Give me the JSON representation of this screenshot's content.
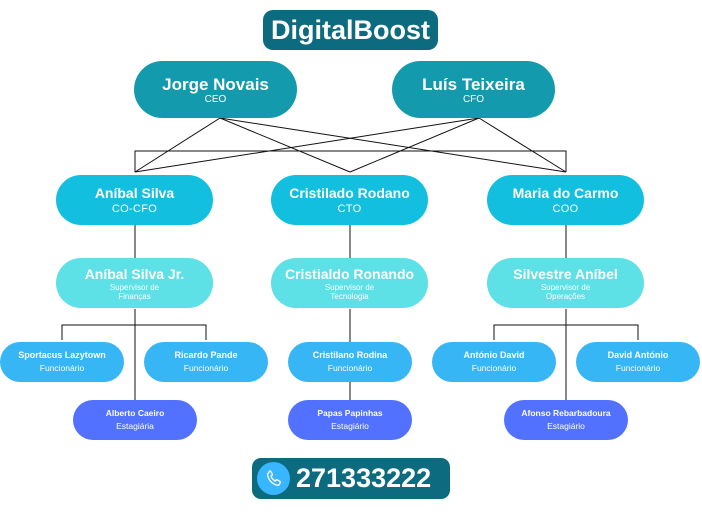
{
  "title": "DigitalBoost",
  "colors": {
    "title_bg": "#0d6b80",
    "executive": "#139aac",
    "director": "#13bfdf",
    "supervisor": "#5de0e6",
    "employee": "#36b6f5",
    "intern": "#5271ff",
    "phone_icon": "#38b6ff"
  },
  "executives": [
    {
      "name": "Jorge Novais",
      "role": "CEO"
    },
    {
      "name": "Luís Teixeira",
      "role": "CFO"
    }
  ],
  "directors": [
    {
      "name": "Aníbal Silva",
      "role": "CO-CFO"
    },
    {
      "name": "Cristilado Rodano",
      "role": "CTO"
    },
    {
      "name": "Maria do Carmo",
      "role": "COO"
    }
  ],
  "supervisors": [
    {
      "name": "Aníbal Silva Jr.",
      "role": "Supervisor de Finanças"
    },
    {
      "name": "Cristialdo Ronando",
      "role": "Supervisor de Tecnologia"
    },
    {
      "name": "Silvestre Aníbel",
      "role": "Supervisor de Operações"
    }
  ],
  "employees": [
    {
      "name": "Sportacus Lazytown",
      "role": "Funcionário"
    },
    {
      "name": "Ricardo Pande",
      "role": "Funcionário"
    },
    {
      "name": "Cristilano Rodina",
      "role": "Funcionário"
    },
    {
      "name": "António David",
      "role": "Funcionário"
    },
    {
      "name": "David António",
      "role": "Funcionário"
    }
  ],
  "interns": [
    {
      "name": "Alberto Caeiro",
      "role": "Estagiária"
    },
    {
      "name": "Papas Papinhas",
      "role": "Estagiário"
    },
    {
      "name": "Afonso Rebarbadoura",
      "role": "Estagiário"
    }
  ],
  "contact": {
    "icon": "phone-icon",
    "phone": "271333222"
  }
}
